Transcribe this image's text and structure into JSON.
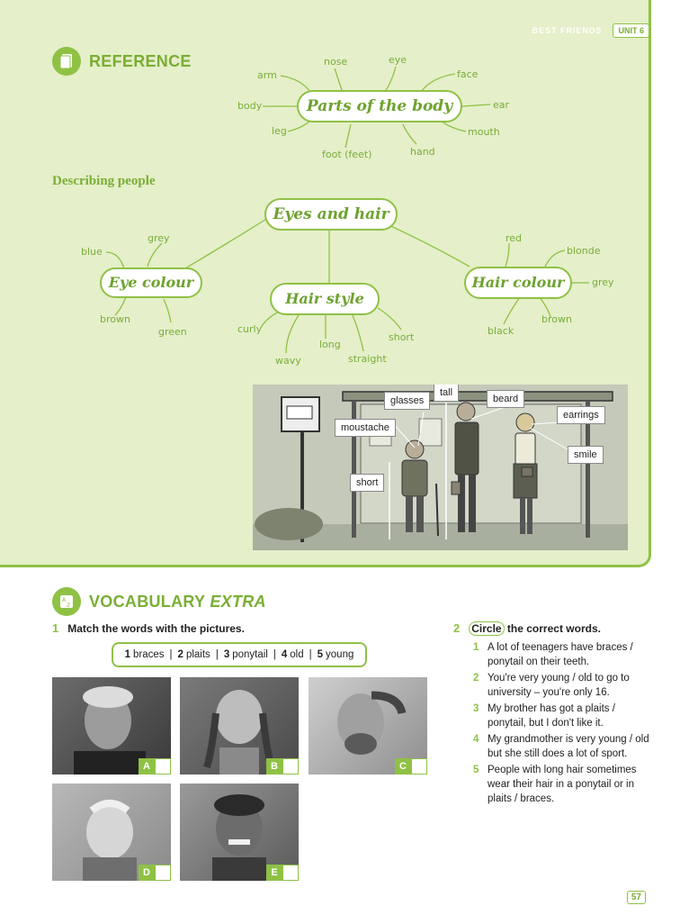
{
  "header": {
    "series": "BEST FRIENDS",
    "unit": "UNIT 6"
  },
  "reference": {
    "title": "REFERENCE",
    "body_map": {
      "center": "Parts of the body",
      "words": [
        "arm",
        "nose",
        "eye",
        "face",
        "body",
        "ear",
        "leg",
        "mouth",
        "foot (feet)",
        "hand"
      ]
    },
    "describing_title": "Describing people",
    "people_map": {
      "center": "Eyes and hair",
      "eye_colour": {
        "label": "Eye colour",
        "words": [
          "blue",
          "grey",
          "brown",
          "green"
        ]
      },
      "hair_style": {
        "label": "Hair style",
        "words": [
          "curly",
          "long",
          "short",
          "wavy",
          "straight"
        ]
      },
      "hair_colour": {
        "label": "Hair colour",
        "words": [
          "red",
          "blonde",
          "grey",
          "black",
          "brown"
        ]
      }
    },
    "scene_labels": [
      "glasses",
      "tall",
      "beard",
      "moustache",
      "earrings",
      "smile",
      "short"
    ]
  },
  "vocab": {
    "title_main": "VOCABULARY",
    "title_italic": "EXTRA",
    "ex1": {
      "num": "1",
      "instruction": "Match the words with the pictures.",
      "words": [
        {
          "n": "1",
          "w": "braces"
        },
        {
          "n": "2",
          "w": "plaits"
        },
        {
          "n": "3",
          "w": "ponytail"
        },
        {
          "n": "4",
          "w": "old"
        },
        {
          "n": "5",
          "w": "young"
        }
      ],
      "photos": [
        "A",
        "B",
        "C",
        "D",
        "E"
      ]
    },
    "ex2": {
      "num": "2",
      "circle_word": "Circle",
      "instruction_rest": " the correct words.",
      "items": [
        {
          "n": "1",
          "text": "A lot of teenagers have braces / ponytail on their teeth."
        },
        {
          "n": "2",
          "text": "You're very young / old to go to university – you're only 16."
        },
        {
          "n": "3",
          "text": "My brother has got a plaits / ponytail, but I don't like it."
        },
        {
          "n": "4",
          "text": "My grandmother is very young / old but she still does a lot of sport."
        },
        {
          "n": "5",
          "text": "People with long hair sometimes wear their hair in a ponytail or in plaits / braces."
        }
      ]
    }
  },
  "page_number": "57",
  "colors": {
    "accent": "#8fc145",
    "panel_bg": "#e5efc9"
  }
}
